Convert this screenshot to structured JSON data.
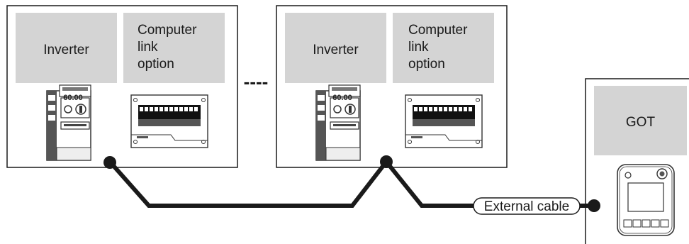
{
  "stations": [
    {
      "inverter_label": "Inverter",
      "option_label": [
        "Computer",
        "link",
        "option"
      ]
    },
    {
      "inverter_label": "Inverter",
      "option_label": [
        "Computer",
        "link",
        "option"
      ]
    }
  ],
  "got": {
    "label": "GOT"
  },
  "cable": {
    "label": "External cable"
  },
  "inverter_display": "60.00",
  "ellipsis": "----",
  "colors": {
    "box_fill": "#d4d4d4",
    "line": "#1a1a1a",
    "device": "#333333"
  }
}
